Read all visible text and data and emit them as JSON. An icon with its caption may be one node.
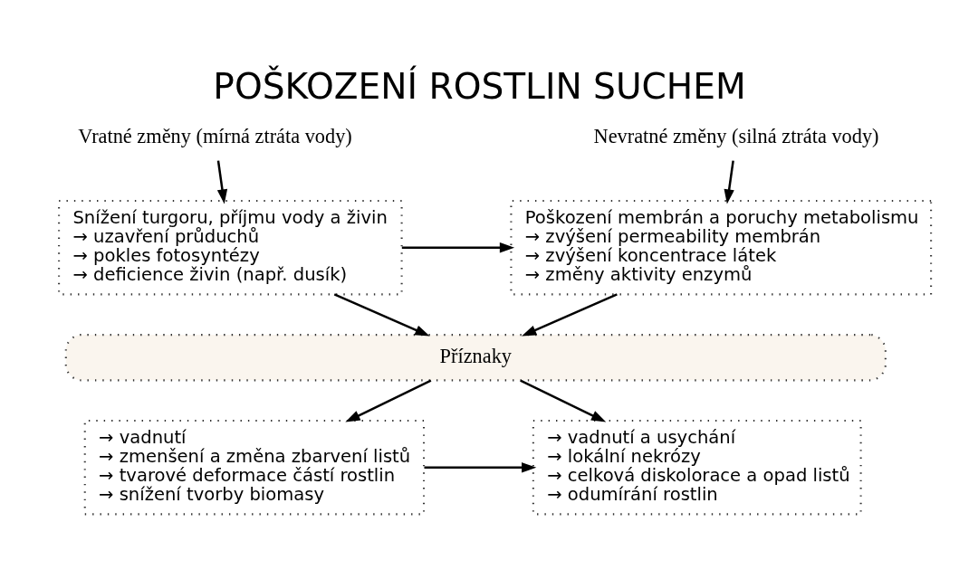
{
  "diagram": {
    "title": "POŠKOZENÍ ROSTLIN SUCHEM",
    "nodes": [
      {
        "text": [
          "Vratné změny (mírná ztráta vody)"
        ]
      },
      {
        "text": [
          "Nevratné změny (silná ztráta vody)"
        ]
      },
      {
        "text": [
          "Snížení turgoru, příjmu vody a živin",
          "→ uzavření průduchů",
          "→ pokles fotosyntézy",
          "→ deficience živin (např. dusík)"
        ]
      },
      {
        "text": [
          "Poškození membrán a poruchy metabolismu",
          "→ zvýšení permeability membrán",
          "→ zvýšení koncentrace látek",
          "→ změny aktivity enzymů"
        ]
      },
      {
        "text": [
          "Příznaky"
        ]
      },
      {
        "text": [
          "→ vadnutí",
          "→ zmenšení a změna zbarvení listů",
          "→ tvarové deformace částí rostlin",
          "→ snížení tvorby biomasy"
        ]
      },
      {
        "text": [
          "→ vadnutí a usychání",
          "→ lokální nekrózy",
          "→ celková diskolorace a opad listů",
          "→ odumírání rostlin"
        ]
      }
    ],
    "edges": [
      {
        "from": 0,
        "to": 2,
        "arrow": "to"
      },
      {
        "from": 1,
        "to": 3,
        "arrow": "to"
      },
      {
        "from": 2,
        "to": 3,
        "arrow": "to"
      },
      {
        "from": 2,
        "to": 4,
        "arrow": "to"
      },
      {
        "from": 3,
        "to": 4,
        "arrow": "to"
      },
      {
        "from": 4,
        "to": 5,
        "arrow": "to"
      },
      {
        "from": 4,
        "to": 6,
        "arrow": "to"
      },
      {
        "from": 5,
        "to": 6,
        "arrow": "to"
      }
    ]
  }
}
